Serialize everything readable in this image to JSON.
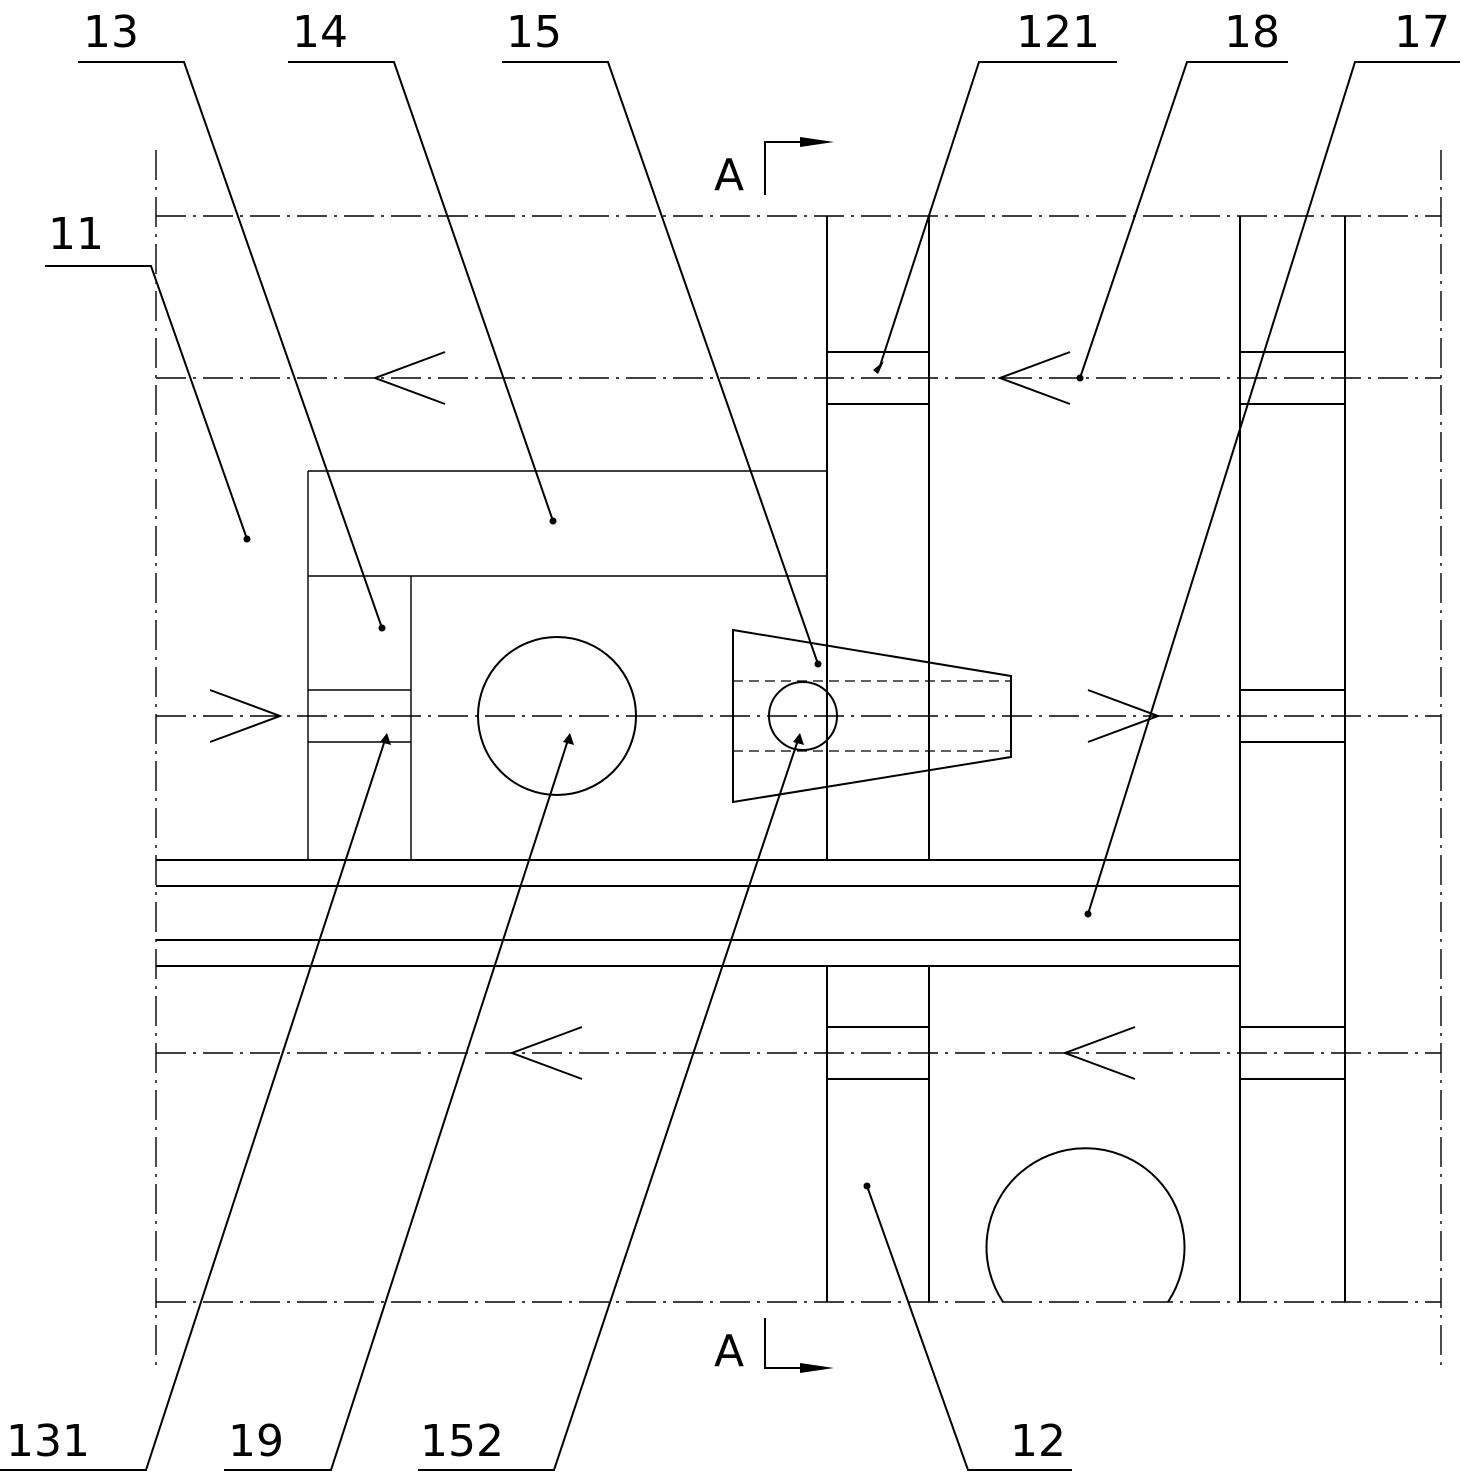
{
  "labels": {
    "l13": "13",
    "l14": "14",
    "l15": "15",
    "l121": "121",
    "l18": "18",
    "l17": "17",
    "l11": "11",
    "l131": "131",
    "l19": "19",
    "l152": "152",
    "l12": "12"
  },
  "section": {
    "top": "A",
    "bottom": "A"
  }
}
